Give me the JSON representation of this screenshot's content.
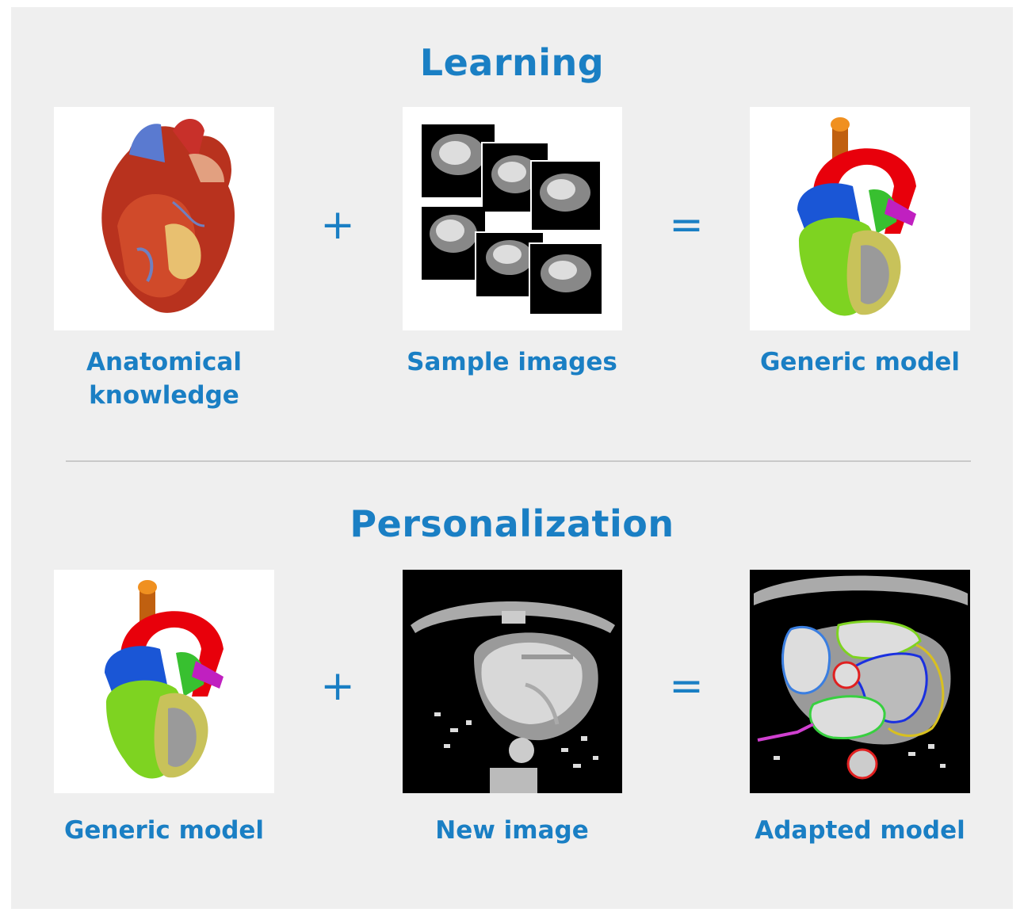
{
  "learning": {
    "title": "Learning",
    "operators": {
      "plus": "+",
      "equals": "="
    },
    "items": [
      {
        "caption_line1": "Anatomical",
        "caption_line2": "knowledge",
        "icon": "anatomical-heart-image"
      },
      {
        "caption": "Sample images",
        "icon": "ct-scan-stack-image"
      },
      {
        "caption": "Generic model",
        "icon": "heart-mesh-model-image"
      }
    ]
  },
  "personalization": {
    "title": "Personalization",
    "operators": {
      "plus": "+",
      "equals": "="
    },
    "items": [
      {
        "caption": "Generic model",
        "icon": "heart-mesh-model-image"
      },
      {
        "caption": "New image",
        "icon": "ct-slice-image"
      },
      {
        "caption": "Adapted model",
        "icon": "segmented-ct-slice-image"
      }
    ]
  },
  "colors": {
    "accent": "#1a7fc4",
    "panel": "#efefef",
    "aorta": "#e8000b",
    "left_atrium": "#1a56d6",
    "right_ventricle": "#7ed321",
    "left_ventricle": "#c8c25a",
    "pulmonary": "#c020c0",
    "vessel_top": "#e07a10"
  }
}
